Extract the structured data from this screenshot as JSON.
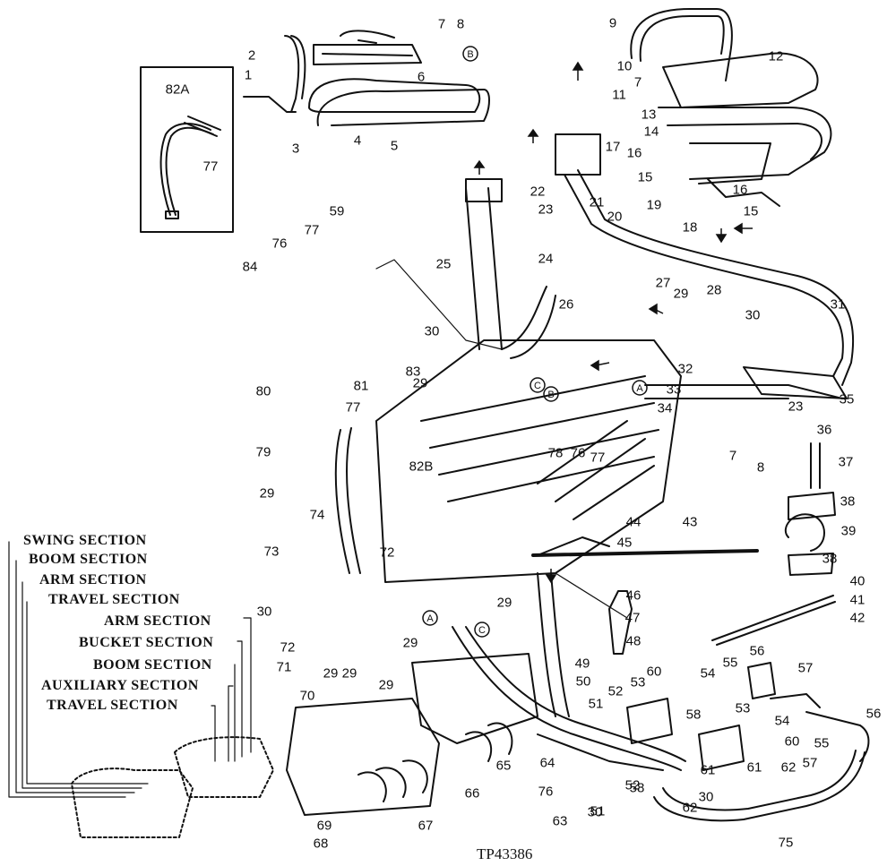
{
  "figure_id": "TP43386",
  "section_labels_left": [
    "SWING SECTION",
    "BOOM SECTION",
    "ARM SECTION",
    "TRAVEL SECTION"
  ],
  "section_labels_right": [
    "ARM SECTION",
    "BUCKET SECTION",
    "BOOM SECTION",
    "AUXILIARY SECTION",
    "TRAVEL SECTION"
  ],
  "inset_label": "82A",
  "callouts": [
    "1",
    "2",
    "3",
    "4",
    "5",
    "6",
    "7",
    "8",
    "9",
    "10",
    "11",
    "7",
    "12",
    "13",
    "14",
    "15",
    "16",
    "17",
    "16",
    "15",
    "18",
    "19",
    "20",
    "21",
    "22",
    "23",
    "24",
    "25",
    "26",
    "27",
    "28",
    "29",
    "30",
    "31",
    "32",
    "33",
    "34",
    "35",
    "23",
    "36",
    "37",
    "38",
    "39",
    "38",
    "40",
    "41",
    "42",
    "76",
    "77",
    "59",
    "84",
    "80",
    "79",
    "29",
    "30",
    "29",
    "81",
    "83",
    "77",
    "82B",
    "74",
    "78",
    "76",
    "77",
    "7",
    "8",
    "43",
    "44",
    "45",
    "73",
    "72",
    "72",
    "71",
    "30",
    "29",
    "29",
    "29",
    "29",
    "29",
    "70",
    "69",
    "68",
    "67",
    "66",
    "65",
    "64",
    "50",
    "49",
    "46",
    "47",
    "48",
    "51",
    "52",
    "53",
    "54",
    "55",
    "56",
    "57",
    "60",
    "58",
    "53",
    "54",
    "55",
    "56",
    "60",
    "57",
    "61",
    "62",
    "52",
    "51",
    "61",
    "30",
    "58",
    "62",
    "63",
    "30",
    "75",
    "76",
    "77"
  ],
  "arrows": [
    "arrow-up",
    "arrow-up",
    "arrow-up",
    "arrow-left",
    "arrow-left",
    "arrow-down",
    "arrow-left",
    "arrow-down"
  ],
  "circle_markers": [
    "A",
    "B",
    "C",
    "A",
    "B",
    "C"
  ],
  "colors": {
    "ink": "#111111",
    "paper": "#ffffff"
  }
}
